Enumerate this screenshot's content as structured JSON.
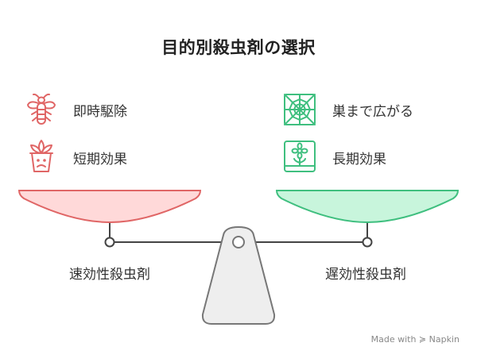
{
  "title": "目的別殺虫剤の選択",
  "left": {
    "label": "速効性殺虫剤",
    "color": "#e06666",
    "items": [
      {
        "icon": "firefly-icon",
        "label": "即時駆除"
      },
      {
        "icon": "sad-plant-pot-icon",
        "label": "短期効果"
      }
    ]
  },
  "right": {
    "label": "遅効性殺虫剤",
    "color": "#3fbf7f",
    "items": [
      {
        "icon": "spider-web-icon",
        "label": "巣まで広がる"
      },
      {
        "icon": "flower-card-icon",
        "label": "長期効果"
      }
    ]
  },
  "watermark": "Made with ≽ Napkin"
}
